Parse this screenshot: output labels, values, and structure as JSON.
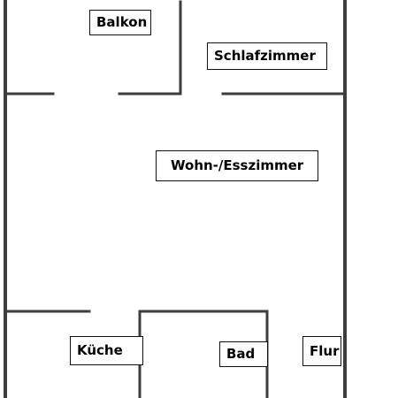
{
  "rooms": {
    "balkon": "Balkon",
    "schlafzimmer": "Schlafzimmer",
    "wohn_esszimmer": "Wohn-/Esszimmer",
    "kueche": "Küche",
    "bad": "Bad",
    "flur": "Flur"
  },
  "colors": {
    "walls": "#3d3d3d",
    "label_border": "#111111",
    "background": "#ffffff"
  }
}
